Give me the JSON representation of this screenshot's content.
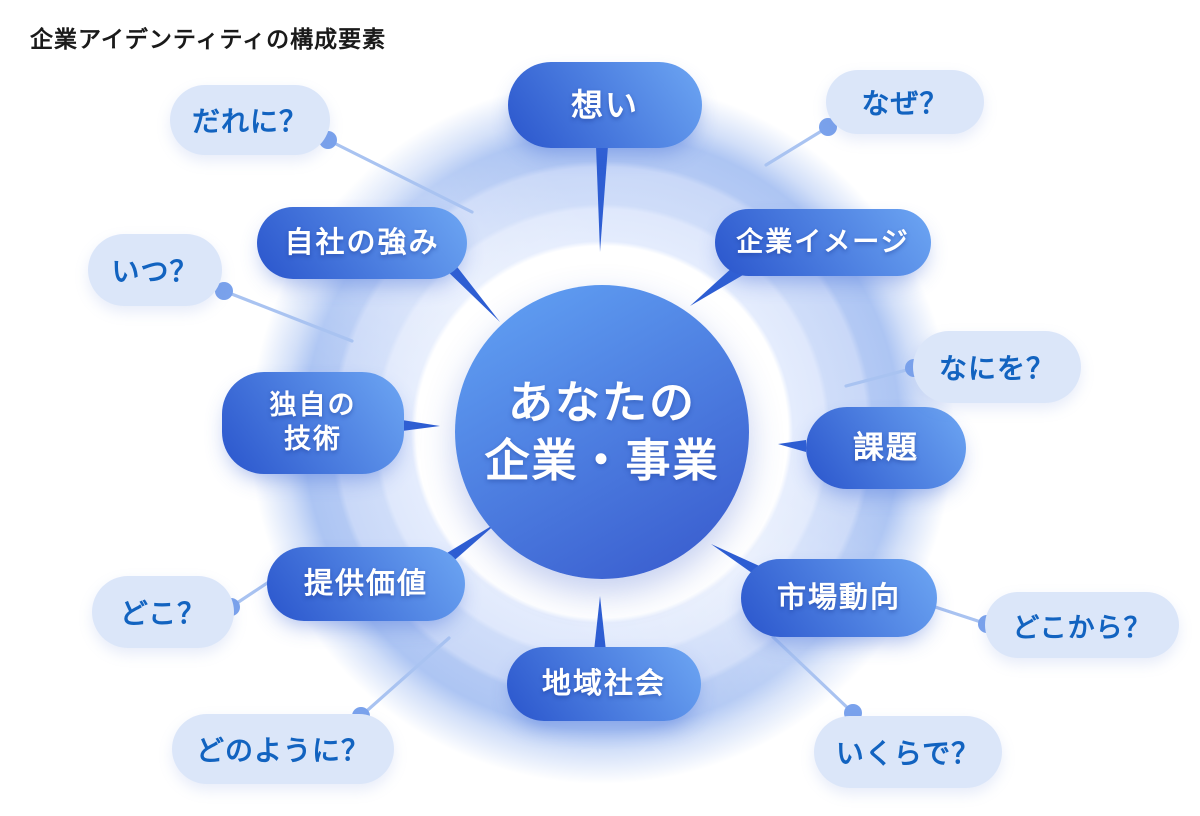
{
  "title": "企業アイデンティティの構成要素",
  "center": {
    "label": "あなたの企業・事業",
    "line1": "あなたの",
    "line2": "企業・事業"
  },
  "pills": [
    {
      "id": "omoi",
      "label": "想い"
    },
    {
      "id": "kigyou-image",
      "label": "企業イメージ"
    },
    {
      "id": "kadai",
      "label": "課題"
    },
    {
      "id": "shijou-doukou",
      "label": "市場動向"
    },
    {
      "id": "chiiki-shakai",
      "label": "地域社会"
    },
    {
      "id": "teikyou-kachi",
      "label": "提供価値"
    },
    {
      "id": "dokuji-gijutsu",
      "label": "独自の技術",
      "line1": "独自の",
      "line2": "技術"
    },
    {
      "id": "jisha-tsuyomi",
      "label": "自社の強み"
    }
  ],
  "questions": [
    {
      "id": "dare-ni",
      "label": "だれに？"
    },
    {
      "id": "naze",
      "label": "なぜ？"
    },
    {
      "id": "itsu",
      "label": "いつ？"
    },
    {
      "id": "nani-o",
      "label": "なにを？"
    },
    {
      "id": "doko",
      "label": "どこ？"
    },
    {
      "id": "doko-kara",
      "label": "どこから？"
    },
    {
      "id": "dono-you-ni",
      "label": "どのように？"
    },
    {
      "id": "ikura-de",
      "label": "いくらで？"
    }
  ],
  "colors": {
    "pill_gradient_dark": "#2a55cc",
    "pill_gradient_light": "#6da6f3",
    "center_gradient_light": "#61a0f3",
    "center_gradient_dark": "#3a5ecf",
    "ring_inner": "#dfe8fc",
    "ring_mid": "#c9d8f8",
    "ring_outer": "#adc5f3",
    "bubble_bg": "#dbe6f9",
    "bubble_text": "#1263c0",
    "connector_wedge": "#2e5ed3",
    "leader_line": "#a9c3f1",
    "leader_dot": "#7aa2ec",
    "title_text": "#1a1a1a"
  }
}
